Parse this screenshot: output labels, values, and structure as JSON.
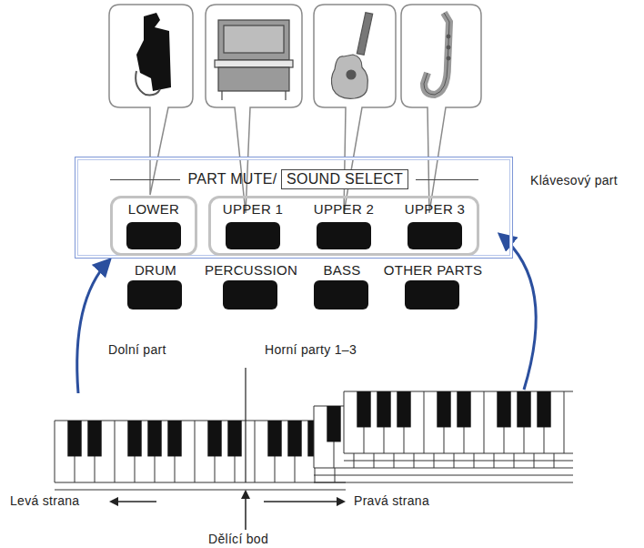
{
  "diagram": {
    "nodes": [
      {
        "text": [
          "PART MUTE/",
          "Klávesový part"
        ]
      },
      {
        "text": [
          "SOUND SELECT"
        ],
        "in": 0
      },
      {
        "text": [
          "LOWER"
        ],
        "in": 0
      },
      {
        "text": [
          "UPPER 1",
          "UPPER 2",
          "UPPER 3"
        ],
        "in": 0
      }
    ],
    "labels": [
      "DRUM",
      "PERCUSSION",
      "BASS",
      "OTHER PARTS",
      "Dolní part",
      "Horní party 1–3",
      "Levá strana",
      "Pravá strana",
      "Dělící bod"
    ]
  }
}
